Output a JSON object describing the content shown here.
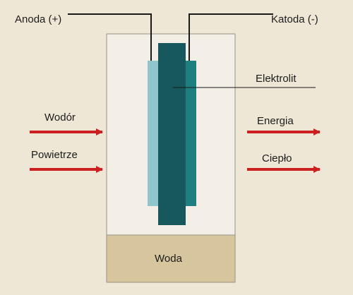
{
  "diagram": {
    "labels": {
      "anode": "Anoda (+)",
      "cathode": "Katoda (-)",
      "electrolyte": "Elektrolit",
      "hydrogen": "Wodór",
      "air": "Powietrze",
      "energy": "Energia",
      "heat": "Ciepło",
      "water": "Woda"
    },
    "colors": {
      "background": "#efe7d6",
      "vessel": "#f3eee6",
      "water": "#d6c59d",
      "anode": "#8fc6cc",
      "cathode": "#1f7f80",
      "electrolyte": "#17585e",
      "arrows": "#cc1f1f",
      "wires": "#1a1a1a"
    },
    "arrows": {
      "inputs": [
        "hydrogen",
        "air"
      ],
      "outputs": [
        "energy",
        "heat"
      ]
    }
  }
}
